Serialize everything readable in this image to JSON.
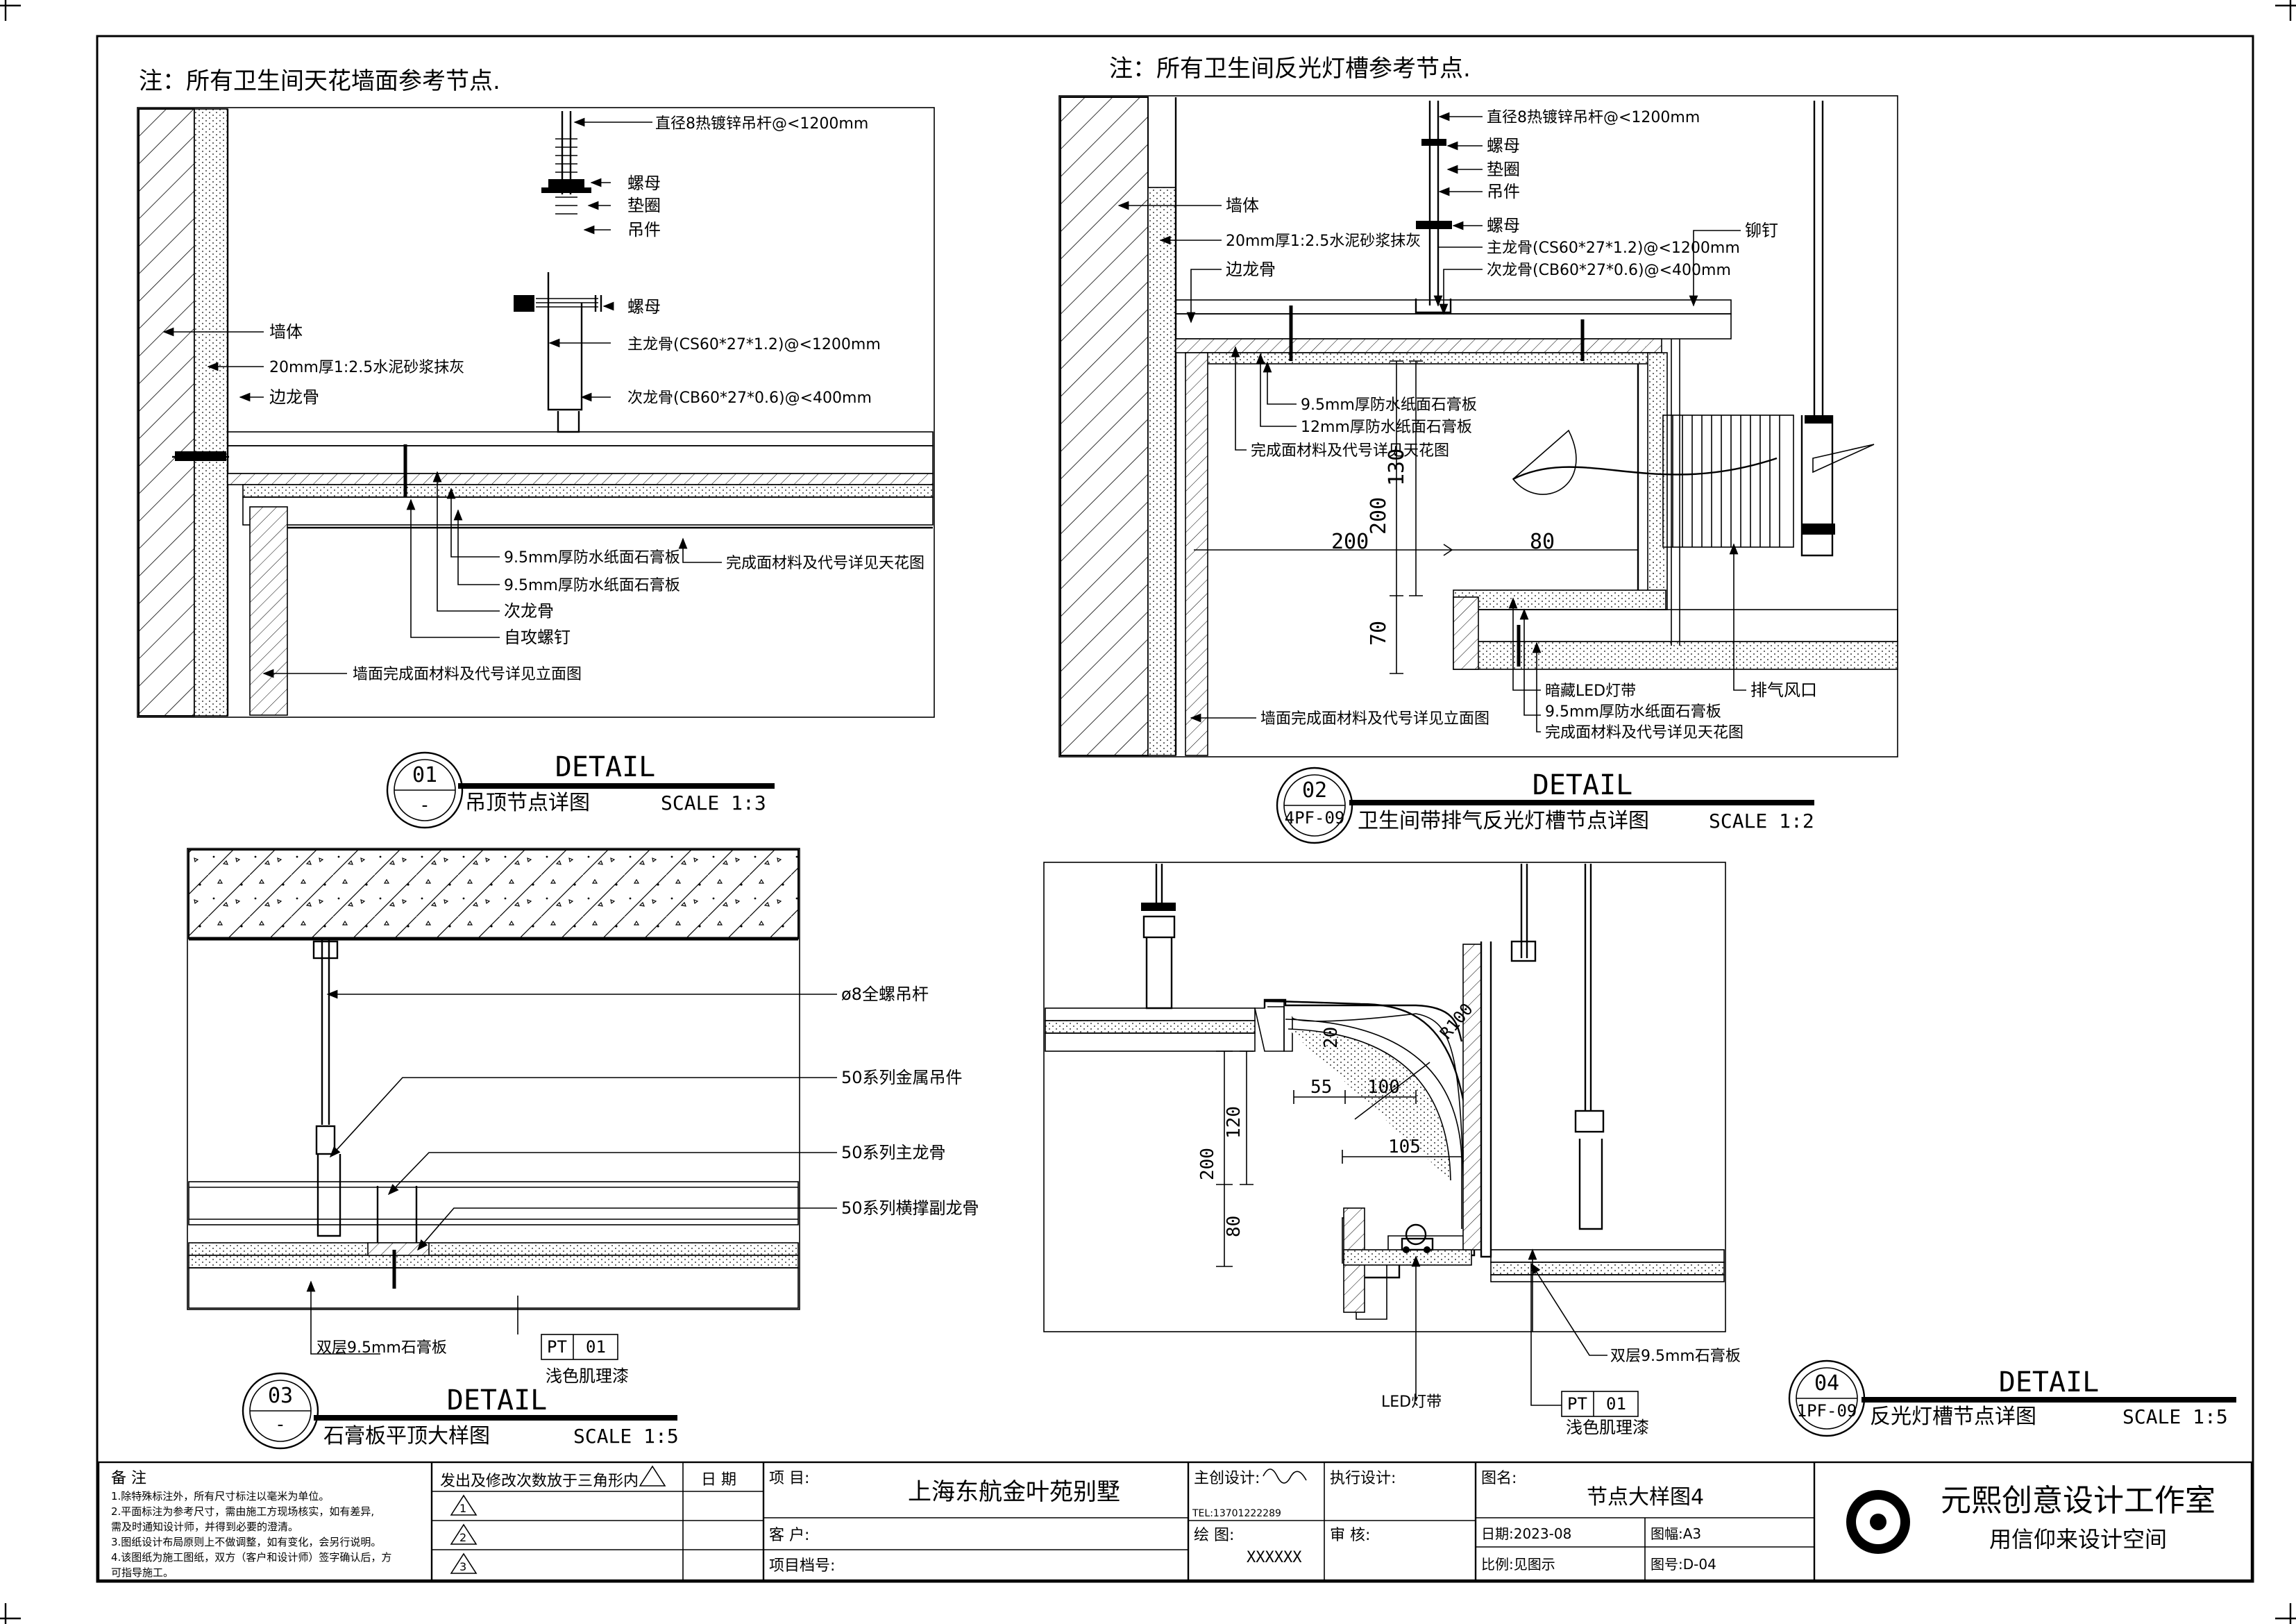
{
  "notes": {
    "d01": "注：所有卫生间天花墙面参考节点.",
    "d02": "注：所有卫生间反光灯槽参考节点."
  },
  "detail01": {
    "number": "01",
    "ref": "-",
    "detail_word": "DETAIL",
    "title": "吊顶节点详图",
    "scale": "SCALE 1:3",
    "labels": {
      "rod": "直径8热镀锌吊杆@<1200mm",
      "nut1": "螺母",
      "washer": "垫圈",
      "hanger": "吊件",
      "nut2": "螺母",
      "main_keel": "主龙骨(CS60*27*1.2)@<1200mm",
      "wall": "墙体",
      "plaster": "20mm厚1:2.5水泥砂浆抹灰",
      "edge_keel": "边龙骨",
      "sub_keel": "次龙骨(CB60*27*0.6)@<400mm",
      "board1": "9.5mm厚防水纸面石膏板",
      "board2": "9.5mm厚防水纸面石膏板",
      "finish_ceiling": "完成面材料及代号详见天花图",
      "sub_keel2": "次龙骨",
      "screw": "自攻螺钉",
      "wall_finish": "墙面完成面材料及代号详见立面图"
    }
  },
  "detail02": {
    "number": "02",
    "ref": "4PF-09",
    "detail_word": "DETAIL",
    "title": "卫生间带排气反光灯槽节点详图",
    "scale": "SCALE 1:2",
    "labels": {
      "rod": "直径8热镀锌吊杆@<1200mm",
      "nut1": "螺母",
      "washer": "垫圈",
      "hanger": "吊件",
      "wall": "墙体",
      "nut2": "螺母",
      "plaster": "20mm厚1:2.5水泥砂浆抹灰",
      "main_keel": "主龙骨(CS60*27*1.2)@<1200mm",
      "rivet": "铆钉",
      "edge_keel": "边龙骨",
      "sub_keel": "次龙骨(CB60*27*0.6)@<400mm",
      "board95": "9.5mm厚防水纸面石膏板",
      "board12": "12mm厚防水纸面石膏板",
      "finish_ceiling": "完成面材料及代号详见天花图",
      "led": "暗藏LED灯带",
      "board95b": "9.5mm厚防水纸面石膏板",
      "finish_ceiling2": "完成面材料及代号详见天花图",
      "exhaust": "排气风口",
      "wall_finish": "墙面完成面材料及代号详见立面图"
    },
    "dims": {
      "d130": "130",
      "d200": "200",
      "d70": "70",
      "h200": "200",
      "h80": "80"
    }
  },
  "detail03": {
    "number": "03",
    "ref": "-",
    "detail_word": "DETAIL",
    "title": "石膏板平顶大样图",
    "scale": "SCALE 1:5",
    "labels": {
      "rod": "ø8全螺吊杆",
      "hanger": "50系列金属吊件",
      "main_keel": "50系列主龙骨",
      "cross_keel": "50系列横撑副龙骨",
      "board": "双层9.5mm石膏板",
      "pt": "PT",
      "pt_no": "01",
      "paint": "浅色肌理漆"
    }
  },
  "detail04": {
    "number": "04",
    "ref": "1PF-09",
    "detail_word": "DETAIL",
    "title": "反光灯槽节点详图",
    "scale": "SCALE 1:5",
    "labels": {
      "board": "双层9.5mm石膏板",
      "led": "LED灯带",
      "pt": "PT",
      "pt_no": "01",
      "paint": "浅色肌理漆"
    },
    "dims": {
      "d20": "20",
      "d100r": "R100",
      "d55": "55",
      "d100": "100",
      "d105": "105",
      "d200": "200",
      "d120": "120",
      "d80": "80"
    }
  },
  "titleblock": {
    "remarks_title": "备  注",
    "remarks": [
      "1.除特殊标注外，所有尺寸标注以毫米为单位。",
      "2.平面标注为参考尺寸，需由施工方现场核实，如有差异,",
      "需及时通知设计师，并得到必要的澄清。",
      "3.图纸设计布局原则上不做调整，如有变化，会另行说明。",
      "4.该图纸为施工图纸，双方（客户和设计师）签字确认后，方",
      "可指导施工。"
    ],
    "revision_header": "发出及修改次数放于三角形内",
    "date_header": "日  期",
    "rev_marks": [
      "1",
      "2",
      "3"
    ],
    "project_label": "项        目:",
    "project_value": "上海东航金叶苑别墅",
    "client_label": "客        户:",
    "archive_label": "项目档号:",
    "chief_designer_label": "主创设计:",
    "tel": "TEL:13701222289",
    "executive_label": "执行设计:",
    "draw_label": "绘        图:",
    "draw_value": "XXXXXX",
    "review_label": "审        核:",
    "drawing_name_label": "图名:",
    "drawing_name": "节点大样图4",
    "date_value": "日期:2023-08",
    "sheet_size": "图幅:A3",
    "scale_value": "比例:见图示",
    "drawing_no": "图号:D-04",
    "studio_name": "元熙创意设计工作室",
    "studio_slogan": "用信仰来设计空间"
  }
}
